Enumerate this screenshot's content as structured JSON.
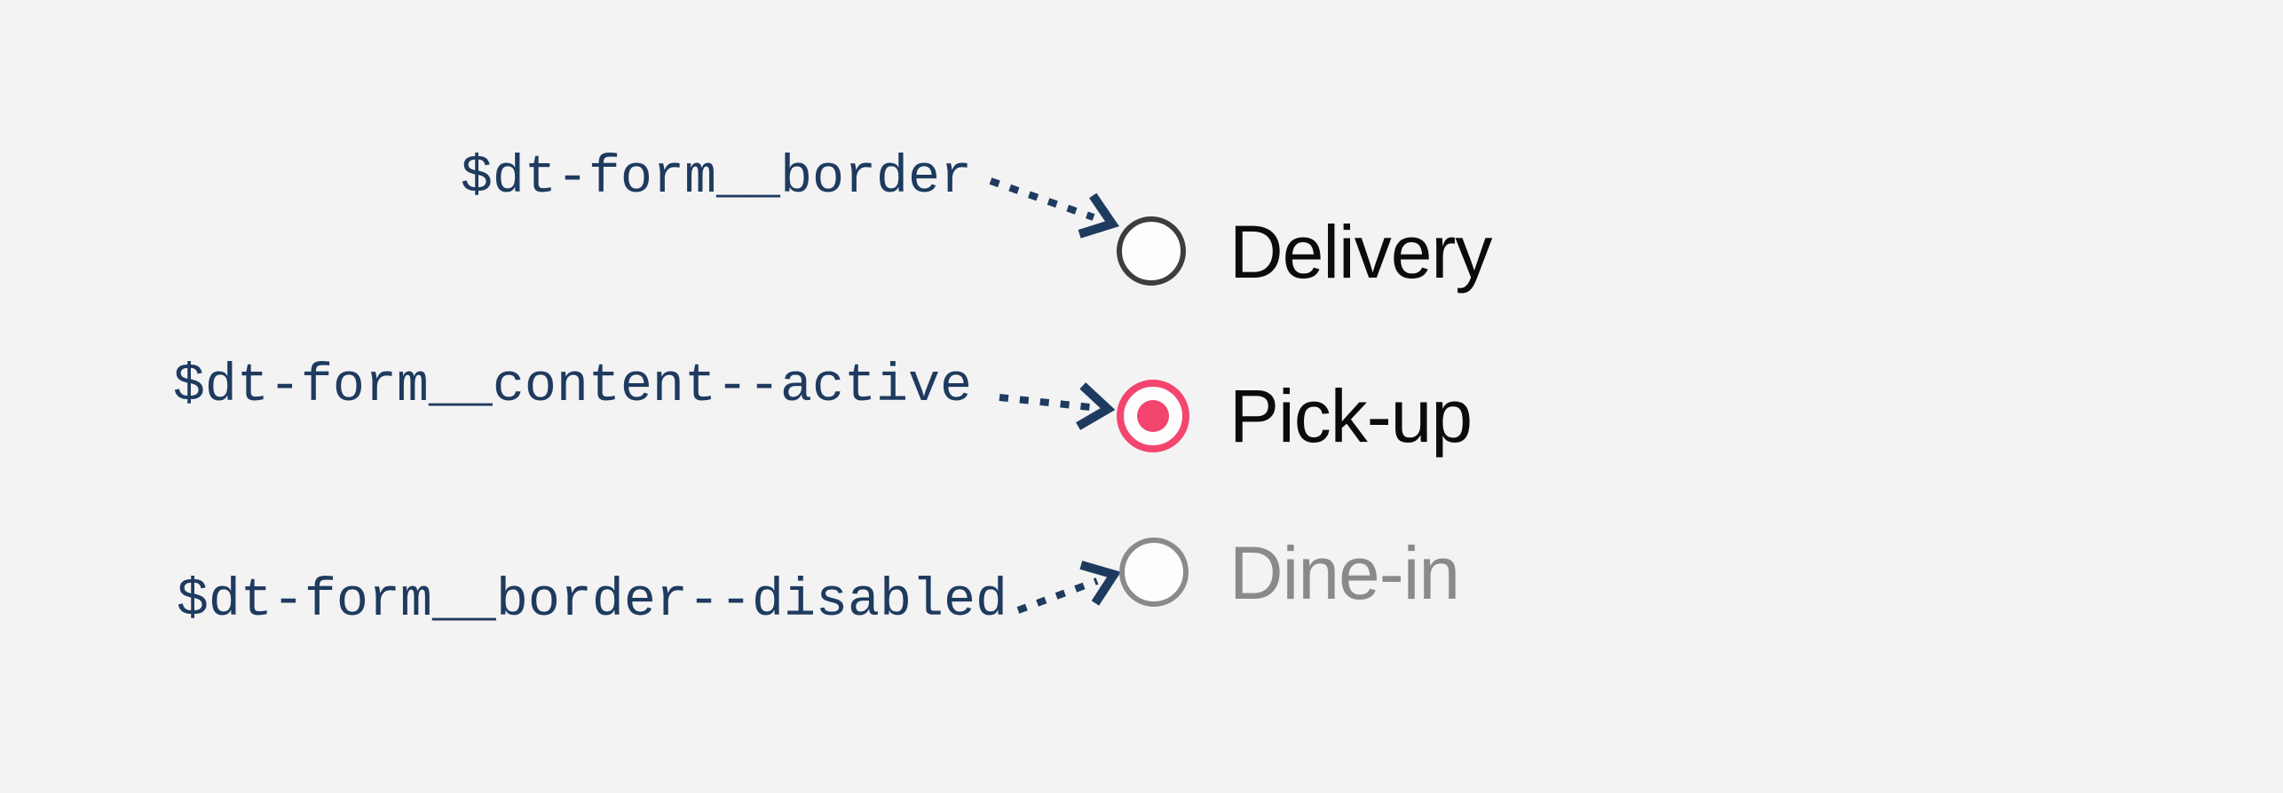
{
  "page": {
    "background": "#f3f3f3",
    "description_tokens_prefix": "$dt-"
  },
  "colors": {
    "page_bg": "#f3f3f3",
    "annotation_navy": "#1e3a5f",
    "radio_border_default": "#3d3d3d",
    "radio_active_pink": "#f4456f",
    "radio_border_disabled": "#8a8a8a",
    "radio_label_default": "#0b0b0b",
    "radio_label_disabled": "#8a8a8a"
  },
  "annotations": {
    "tokens": [
      {
        "token": "$dt-form__border",
        "points_to": "delivery-radio-border"
      },
      {
        "token": "$dt-form__content--active",
        "points_to": "pickup-radio-active-content"
      },
      {
        "token": "$dt-form__border--disabled",
        "points_to": "dinein-radio-disabled-border"
      }
    ],
    "arrow_style": "dotted-navy-with-chevron-head"
  },
  "radio_group": {
    "options": [
      {
        "label": "Delivery",
        "state": "default",
        "selected": false
      },
      {
        "label": "Pick-up",
        "state": "active",
        "selected": true
      },
      {
        "label": "Dine-in",
        "state": "disabled",
        "selected": false
      }
    ]
  }
}
